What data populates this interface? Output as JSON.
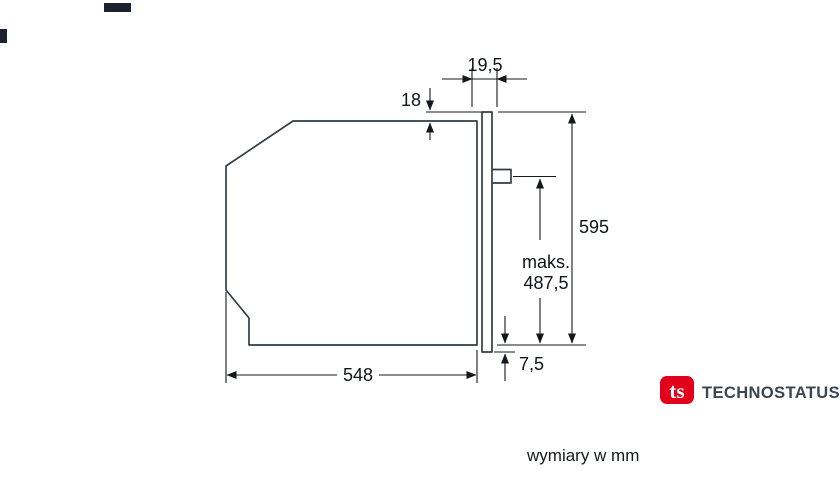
{
  "diagram": {
    "dimensions": {
      "door_thickness": "19,5",
      "top_offset": "18",
      "height": "595",
      "niche_max_label": "maks.",
      "niche_max_value": "487,5",
      "width": "548",
      "bottom_offset": "7,5"
    },
    "note": "wymiary w mm"
  },
  "logo": {
    "monogram": "ts",
    "brand": "TECHNOSTATUS"
  },
  "colors": {
    "accent_red": "#e2001a",
    "brand_text": "#3a4651",
    "line": "#333c46"
  }
}
